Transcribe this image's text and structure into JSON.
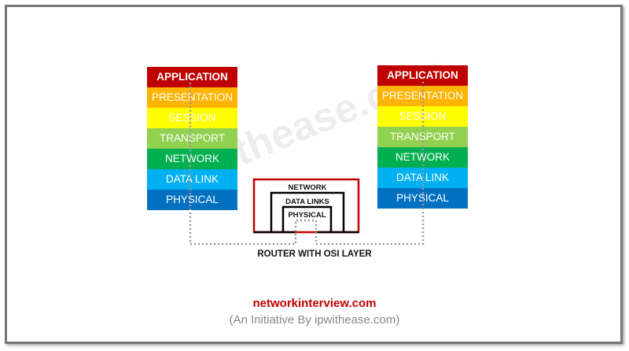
{
  "left_stack": [
    "APPLICATION",
    "PRESENTATION",
    "SESSION",
    "TRANSPORT",
    "NETWORK",
    "DATA LINK",
    "PHYSICAL"
  ],
  "right_stack": [
    "APPLICATION",
    "PRESENTATION",
    "SESSION",
    "TRANSPORT",
    "NETWORK",
    "DATA LINK",
    "PHYSICAL"
  ],
  "layer_colors": [
    "#c00000",
    "#ffb400",
    "#ffff00",
    "#92d050",
    "#00b050",
    "#00b0f0",
    "#0070c0"
  ],
  "router": {
    "network": "NETWORK",
    "data_links": "DATA LINKS",
    "physical": "PHYSICAL",
    "caption": "ROUTER WITH OSI LAYER",
    "border_color": "#c00000"
  },
  "footer": {
    "site": "networkinterview.com",
    "subtitle": "(An Initiative By ipwithease.com)"
  },
  "watermark": "ipwithease.com"
}
